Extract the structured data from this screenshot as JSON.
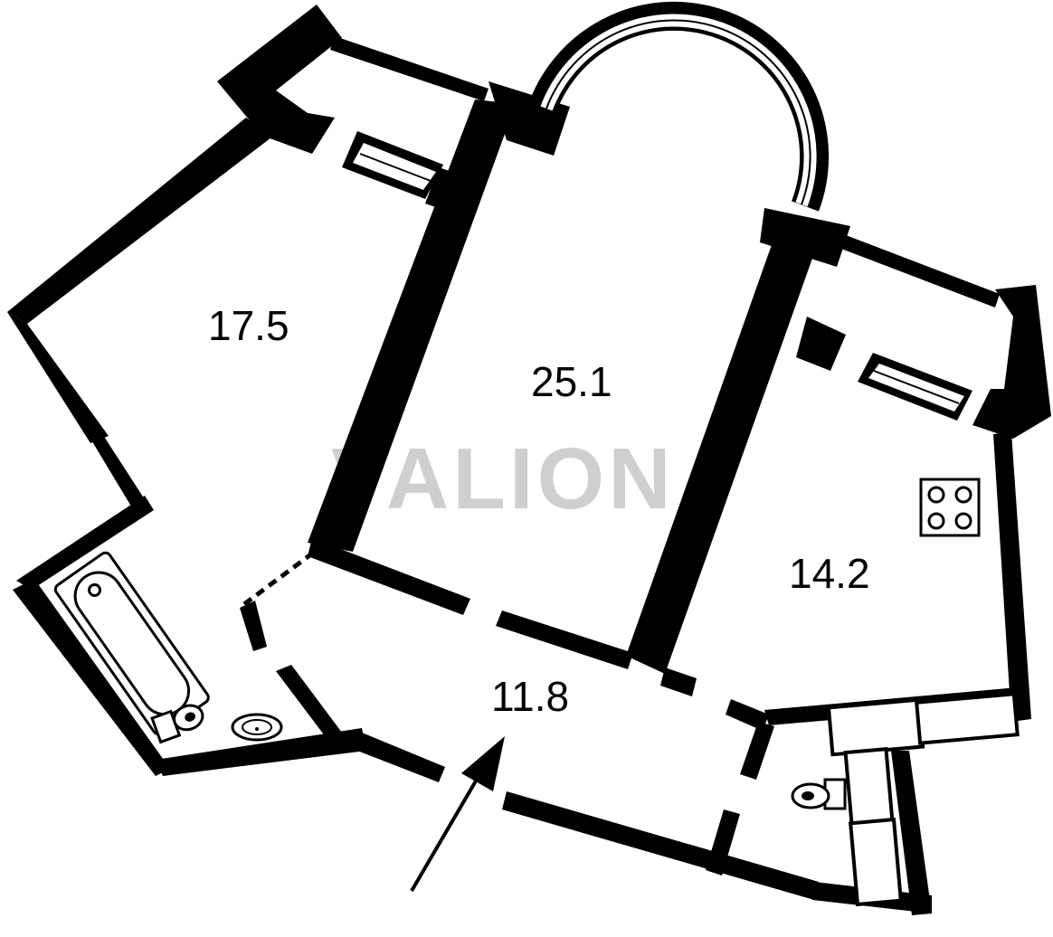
{
  "plan": {
    "rooms": [
      {
        "id": "room-left",
        "area": "17.5"
      },
      {
        "id": "room-center",
        "area": "25.1"
      },
      {
        "id": "room-kitchen",
        "area": "14.2"
      },
      {
        "id": "room-hall",
        "area": "11.8"
      }
    ],
    "watermark": "VALION",
    "icons": [
      "bathtub-icon",
      "sink-icon",
      "toilet-icon",
      "stove-icon",
      "entrance-arrow-icon"
    ],
    "colors": {
      "walls": "#000000",
      "background": "#ffffff",
      "watermark": "#cfcfcf"
    }
  }
}
